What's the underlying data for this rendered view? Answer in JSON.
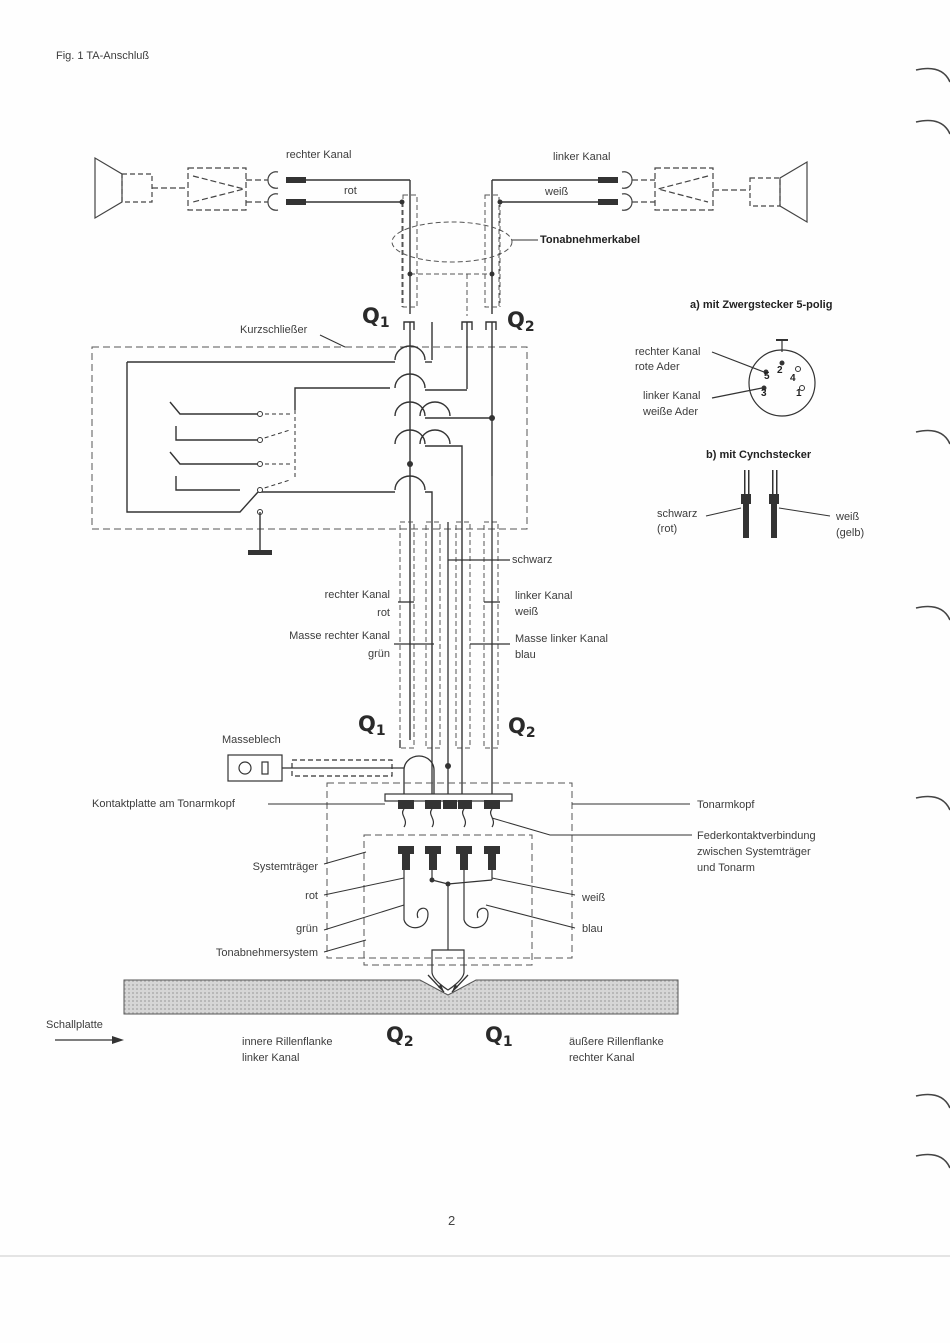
{
  "figure": {
    "caption": "Fig. 1 TA-Anschluß",
    "page_number": "2"
  },
  "top": {
    "right_channel": "rechter Kanal",
    "left_channel": "linker Kanal",
    "rot": "rot",
    "weiss": "weiß",
    "cable": "Tonabnehmerkabel"
  },
  "switch": {
    "label": "Kurzschließer"
  },
  "q_labels": {
    "q1": "Q",
    "q2": "Q",
    "sub1": "1",
    "sub2": "2"
  },
  "plug_a": {
    "title": "a) mit Zwergstecker 5-polig",
    "right_line1": "rechter Kanal",
    "right_line2": "rote Ader",
    "left_line1": "linker Kanal",
    "left_line2": "weiße Ader",
    "pins": [
      "5",
      "2",
      "4",
      "3",
      "1"
    ]
  },
  "plug_b": {
    "title": "b) mit Cynchstecker",
    "left_line1": "schwarz",
    "left_line2": "(rot)",
    "right_line1": "weiß",
    "right_line2": "(gelb)"
  },
  "wires": {
    "schwarz": "schwarz",
    "right_channel": "rechter Kanal",
    "rot": "rot",
    "left_channel": "linker Kanal",
    "weiss": "weiß",
    "ground_right": "Masse rechter Kanal",
    "gruen": "grün",
    "ground_left": "Masse linker Kanal",
    "blau": "blau"
  },
  "tonearm": {
    "ground_plate": "Masseblech",
    "contact_plate": "Kontaktplatte am Tonarmkopf",
    "head": "Tonarmkopf",
    "spring_line1": "Federkontaktverbindung",
    "spring_line2": "zwischen Systemträger",
    "spring_line3": "und Tonarm",
    "carrier": "Systemträger",
    "rot": "rot",
    "gruen": "grün",
    "cartridge": "Tonabnehmersystem",
    "weiss": "weiß",
    "blau": "blau"
  },
  "record": {
    "label": "Schallplatte",
    "inner_line1": "innere Rillenflanke",
    "inner_line2": "linker Kanal",
    "outer_line1": "äußere Rillenflanke",
    "outer_line2": "rechter Kanal"
  }
}
